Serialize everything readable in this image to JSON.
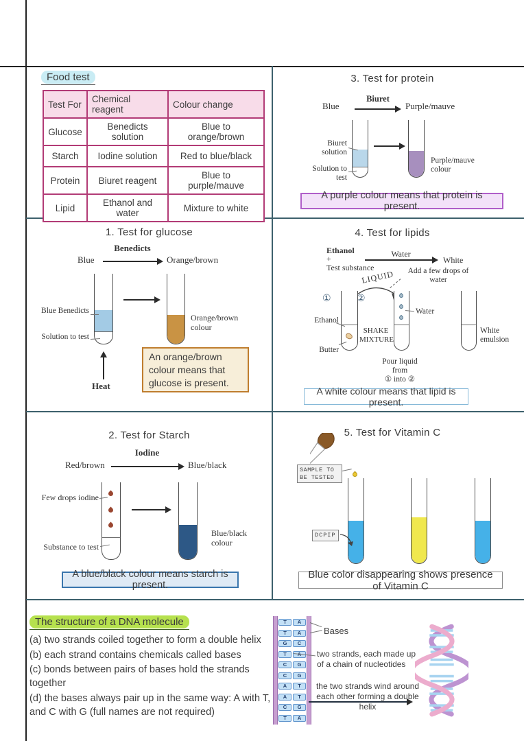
{
  "food_test": {
    "title": "Food test",
    "table": {
      "headers": [
        "Test For",
        "Chemical reagent",
        "Colour change"
      ],
      "rows": [
        [
          "Glucose",
          "Benedicts solution",
          "Blue to orange/brown"
        ],
        [
          "Starch",
          "Iodine solution",
          "Red to blue/black"
        ],
        [
          "Protein",
          "Biuret reagent",
          "Blue to purple/mauve"
        ],
        [
          "Lipid",
          "Ethanol and water",
          "Mixture to white"
        ]
      ]
    }
  },
  "protein": {
    "title": "3. Test for protein",
    "reaction": {
      "from": "Blue",
      "reagent": "Biuret",
      "to": "Purple/mauve"
    },
    "labels": {
      "band": "Biuret solution",
      "bottom": "Solution to test",
      "result": "Purple/mauve colour"
    },
    "callout": "A purple colour means that protein is present."
  },
  "glucose": {
    "title": "1.  Test for glucose",
    "reaction": {
      "from": "Blue",
      "reagent": "Benedicts",
      "to": "Orange/brown"
    },
    "labels": {
      "band": "Blue Benedicts",
      "bottom": "Solution to test",
      "heat": "Heat",
      "result": "Orange/brown colour"
    },
    "callout": "An orange/brown colour means that glucose is present."
  },
  "lipids": {
    "title": "4. Test for lipids",
    "reaction": {
      "from_line1": "Ethanol",
      "from_line2": "+",
      "from_line3": "Test substance",
      "reagent": "Water",
      "to": "White"
    },
    "labels": {
      "liquid": "LIQUID",
      "add_drops": "Add a few drops of water",
      "tube1_num": "①",
      "tube2_num": "②",
      "ethanol": "Ethanol",
      "butter": "Butter",
      "shake": "SHAKE MIXTURE",
      "water": "Water",
      "result": "White emulsion",
      "pour_line1": "Pour liquid",
      "pour_line2": "from",
      "pour_line3": "① into ②"
    },
    "callout": "A white colour means that lipid is present."
  },
  "starch": {
    "title": "2. Test for Starch",
    "reaction": {
      "from": "Red/brown",
      "reagent": "Iodine",
      "to": "Blue/black"
    },
    "labels": {
      "drops": "Few drops iodine",
      "bottom": "Substance to test",
      "result": "Blue/black colour"
    },
    "callout": "A blue/black colour means starch is present."
  },
  "vitamin_c": {
    "title": "5. Test for Vitamin C",
    "labels": {
      "sample": "SAMPLE TO BE TESTED",
      "dcpip": "DCPIP"
    },
    "callout": "Blue color disappearing shows presence of  Vitamin C"
  },
  "dna": {
    "title": "The structure of a DNA molecule",
    "points": [
      "(a) two strands coiled together to form a double helix",
      "(b) each strand contains chemicals called bases",
      "(c) bonds between pairs of bases hold the strands together",
      "(d) the bases always pair up in the same way: A with T, and C with G (full names are not required)"
    ],
    "labels": {
      "bases": "Bases",
      "strands": "two strands, each made up of a chain of nucleotides",
      "wind": "the two strands wind around each other forming a double helix"
    },
    "ladder": [
      {
        "l": "T",
        "r": "A"
      },
      {
        "l": "T",
        "r": "A"
      },
      {
        "l": "G",
        "r": "C"
      },
      {
        "l": "T",
        "r": "A"
      },
      {
        "l": "C",
        "r": "G"
      },
      {
        "l": "C",
        "r": "G"
      },
      {
        "l": "A",
        "r": "T"
      },
      {
        "l": "A",
        "r": "T"
      },
      {
        "l": "C",
        "r": "G"
      },
      {
        "l": "T",
        "r": "A"
      }
    ]
  },
  "colors": {
    "grid_line": "#3d606c",
    "margin_line": "#222222",
    "table_border": "#b23b76",
    "table_header_bg": "#f8dce9",
    "food_test_highlight": "#c9ecf4",
    "dna_highlight": "#b6e14e",
    "benedicts_blue": "#a3cbe5",
    "orange_brown": "#c99344",
    "biuret_blue": "#b9d7ea",
    "purple_mauve": "#a78fbe",
    "iodine_drop": "#9a4630",
    "blue_black": "#2d5886",
    "dcpip_blue": "#45b1e8",
    "vitamin_yellow": "#f0e84e",
    "callout_protein_border": "#b05ec9",
    "callout_protein_bg": "#f3e2f9",
    "callout_glucose_border": "#bf7d2e",
    "callout_glucose_bg": "#f7eed9",
    "callout_lipid_border": "#85b8d8",
    "callout_starch_border": "#3a76ad",
    "callout_starch_bg": "#dfeaf5",
    "callout_vitc_border": "#8b8b8b",
    "dna_strand": "#c79fd0",
    "dna_rung": "#c3e0f6",
    "helix_pink": "#ecaccd",
    "helix_purple": "#bd93d1"
  }
}
